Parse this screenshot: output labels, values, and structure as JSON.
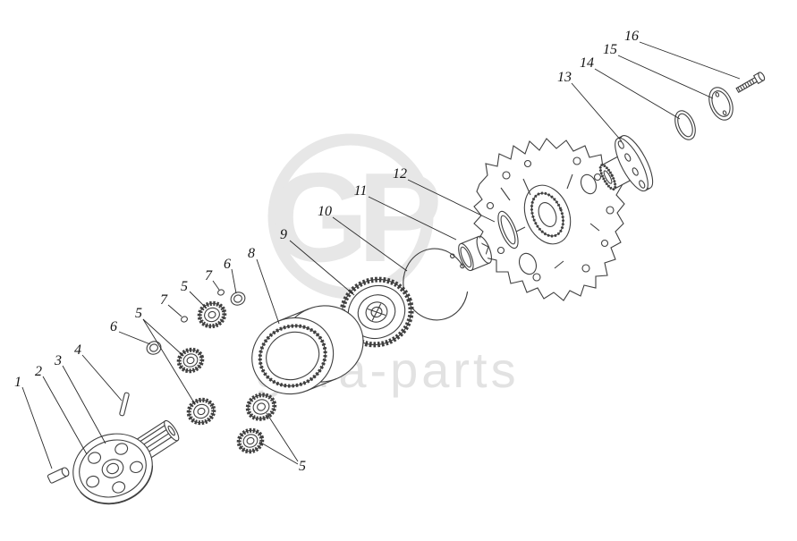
{
  "watermark": {
    "logo_text": "GP",
    "brand_text": "gara-parts"
  },
  "callouts": [
    "1",
    "2",
    "3",
    "4",
    "6",
    "5",
    "7",
    "5",
    "7",
    "6",
    "8",
    "9",
    "10",
    "11",
    "12",
    "13",
    "14",
    "15",
    "16",
    "5"
  ]
}
